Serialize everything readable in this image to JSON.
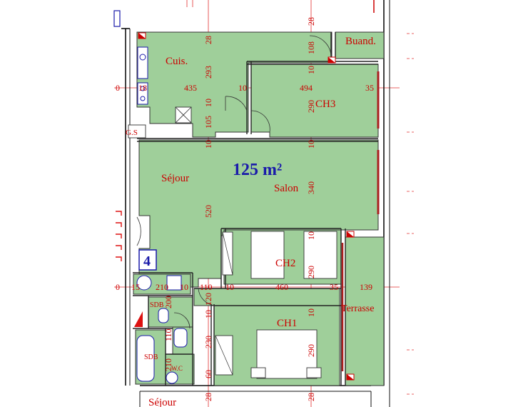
{
  "plan": {
    "total_area": "125 m²",
    "apartment_number": "4",
    "rooms": {
      "cuisine": "Cuis.",
      "buanderie": "Buand.",
      "ch3": "CH3",
      "gs": "G.S",
      "sejour": "Séjour",
      "salon": "Salon",
      "ch2": "CH2",
      "ch1": "CH1",
      "terrasse": "Terrasse",
      "sdb_top": "SDB",
      "sdb_bottom": "SDB",
      "wc": "W.C",
      "sejour_bottom": "Séjour"
    },
    "dims": {
      "top_28_left": "28",
      "top_28_right": "28",
      "d293": "293",
      "d108": "108",
      "d10_top": "10",
      "d0_left": "0",
      "d18": "18",
      "d435": "435",
      "d10_mid": "10",
      "d494": "494",
      "d35_top": "35",
      "d10_v1": "10",
      "d105": "105",
      "d290_ch3": "290",
      "d10_v2": "10",
      "d10_v3": "10",
      "d340": "340",
      "d520": "520",
      "d10_v4": "10",
      "d290_ch2": "290",
      "d0_row": "0",
      "d15": "15",
      "d210": "210",
      "d10_a": "10",
      "d110": "110",
      "d10_b": "10",
      "d460": "460",
      "d35_mid": "35",
      "d139": "139",
      "d200": "200",
      "d120": "120",
      "d10_c": "10",
      "d10_ch1": "10",
      "d110_v": "110",
      "d230": "230",
      "d210_v": "210",
      "d290_ch1": "290",
      "d60": "60",
      "bottom_28_left": "28",
      "bottom_28_right": "28"
    }
  }
}
